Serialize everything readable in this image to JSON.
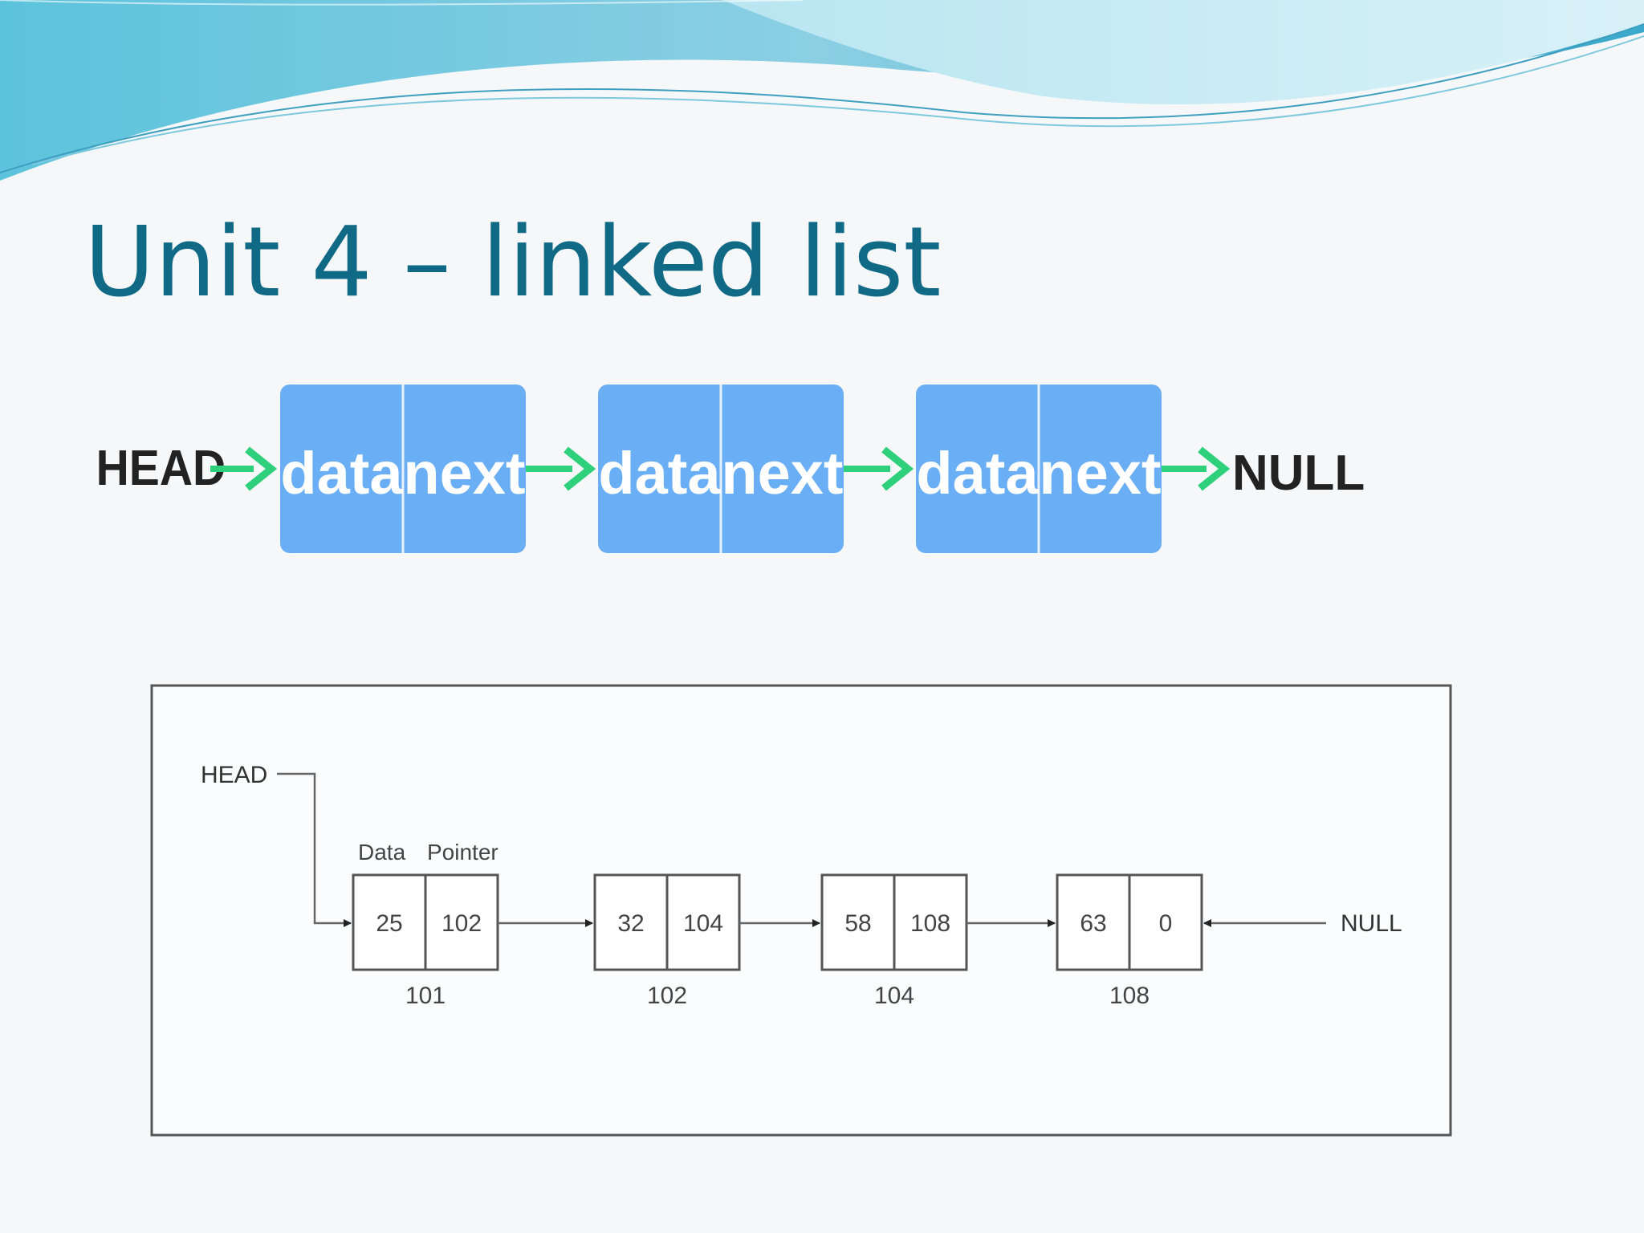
{
  "slide": {
    "title": "Unit 4 – linked list"
  },
  "colors": {
    "title": "#106a85",
    "node_fill": "#6aaff5",
    "node_divider": "#e9f1fb",
    "arrow_green": "#2fd07b",
    "label_dark": "#222222",
    "frame_border": "#555555",
    "line_gray": "#666666",
    "wave_light": "#a7e0ee",
    "wave_mid": "#73c7de",
    "wave_dark": "#3f9fc0"
  },
  "diagram1": {
    "head_label": "HEAD",
    "null_label": "NULL",
    "nodes": [
      {
        "data": "data",
        "next": "next"
      },
      {
        "data": "data",
        "next": "next"
      },
      {
        "data": "data",
        "next": "next"
      }
    ]
  },
  "diagram2": {
    "head_label": "HEAD",
    "null_label": "NULL",
    "data_header": "Data",
    "pointer_header": "Pointer",
    "nodes": [
      {
        "data": "25",
        "pointer": "102",
        "address": "101"
      },
      {
        "data": "32",
        "pointer": "104",
        "address": "102"
      },
      {
        "data": "58",
        "pointer": "108",
        "address": "104"
      },
      {
        "data": "63",
        "pointer": "0",
        "address": "108"
      }
    ]
  }
}
